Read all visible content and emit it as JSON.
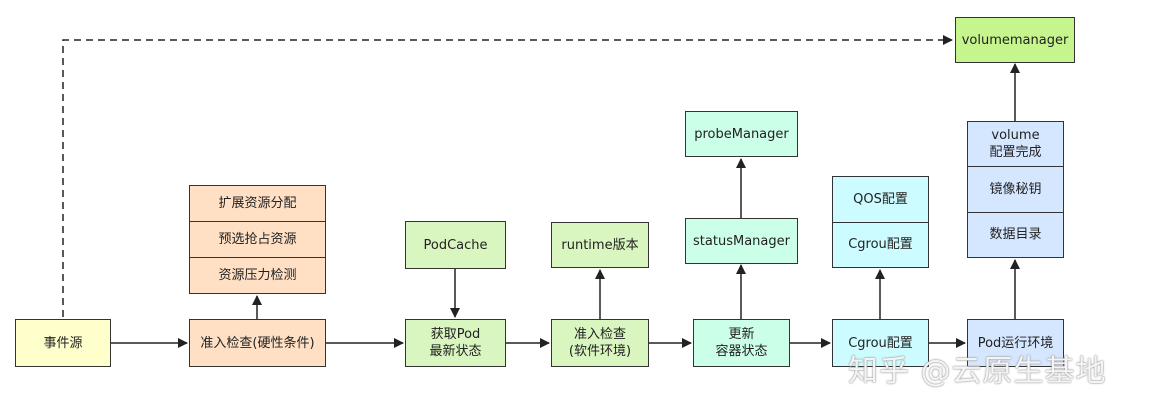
{
  "nodes": {
    "event_source": "事件源",
    "admit_hard": "准入检查(硬性条件)",
    "hard_checks": [
      "扩展资源分配",
      "预选抢占资源",
      "资源压力检测"
    ],
    "get_pod": "获取Pod\n最新状态",
    "pod_cache": "PodCache",
    "admit_soft": "准入检查\n(软件环境)",
    "runtime_version": "runtime版本",
    "update_status": "更新\n容器状态",
    "status_manager": "statusManager",
    "probe_manager": "probeManager",
    "cgroup_config": "Cgrou配置",
    "cgroup_stack": [
      "QOS配置",
      "Cgrou配置"
    ],
    "pod_env": "Pod运行环境",
    "volume_stack": [
      "volume\n配置完成",
      "镜像秘钥",
      "数据目录"
    ],
    "volume_manager": "volumemanager"
  },
  "watermark": "知乎 @云原生基地",
  "colors": {
    "event_source": "#ffffcc",
    "orange": "#ffe0c5",
    "green": "#d9f5c0",
    "mint": "#ccffe8",
    "cyan": "#ccfcff",
    "blue": "#d5e6ff",
    "lime": "#c5f58c"
  }
}
